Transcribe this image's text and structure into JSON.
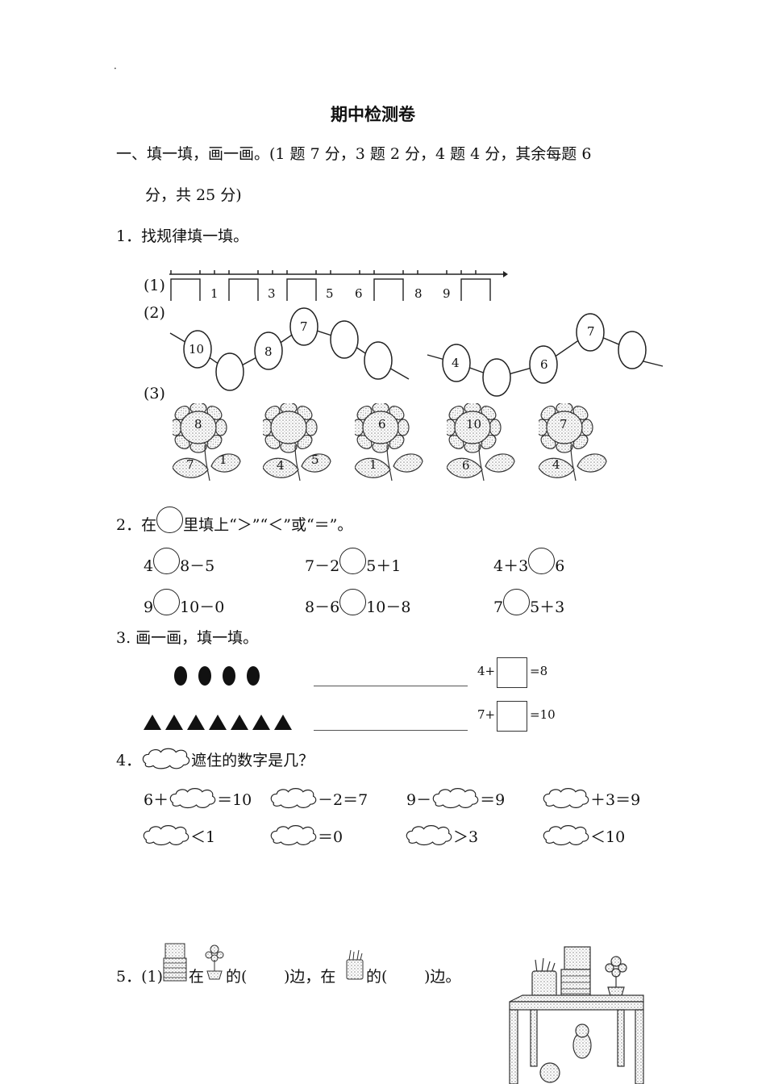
{
  "dot": "·",
  "title": "期中检测卷",
  "section1": {
    "line1": "一、填一填，画一画。(1 题  7 分，3 题  2 分，4 题  4 分，其余每题  6",
    "line2": "分，共  25 分)"
  },
  "q1": {
    "label": "1．找规律填一填。",
    "p1": "(1)",
    "p2": "(2)",
    "p3": "(3)",
    "ruler_numbers": [
      "1",
      "3",
      "5",
      "6",
      "8",
      "9"
    ],
    "chain1": [
      "10",
      "8",
      "7"
    ],
    "chain2": [
      "4",
      "6",
      "7"
    ],
    "flowers": [
      {
        "top": "8",
        "left": "7",
        "right": "1"
      },
      {
        "top": "",
        "left": "4",
        "right": "5"
      },
      {
        "top": "6",
        "left": "1",
        "right": ""
      },
      {
        "top": "10",
        "left": "6",
        "right": ""
      },
      {
        "top": "7",
        "left": "4",
        "right": ""
      }
    ]
  },
  "q2": {
    "label_a": "2．在",
    "label_b": "里填上“＞”“＜”或“＝”。",
    "items": [
      {
        "left": "4",
        "right": "8－5"
      },
      {
        "left": "7－2",
        "right": "5＋1"
      },
      {
        "left": "4＋3",
        "right": "6"
      },
      {
        "left": "9",
        "right": "10－0"
      },
      {
        "left": "8－6",
        "right": "10－8"
      },
      {
        "left": "7",
        "right": "5＋3"
      }
    ]
  },
  "q3": {
    "label": "3.  画一画，填一填。",
    "row1_left": "4+",
    "row1_right": "=8",
    "row2_left": "7+",
    "row2_right": "=10",
    "dots_count": 4,
    "triangles_count": 7
  },
  "q4": {
    "label": "4．",
    "label_b": "遮住的数字是几？",
    "items": [
      {
        "before": "6＋",
        "after": "＝10"
      },
      {
        "before": "",
        "after": "－2＝7"
      },
      {
        "before": "9－",
        "after": "＝9"
      },
      {
        "before": "",
        "after": "＋3＝9"
      },
      {
        "before": "",
        "after": "＜1"
      },
      {
        "before": "",
        "after": "＝0"
      },
      {
        "before": "",
        "after": "＞3"
      },
      {
        "before": "",
        "after": "＜10"
      }
    ]
  },
  "q5": {
    "label": "5．(1)",
    "t1": "在",
    "t2": "的(",
    "t3": ")边，在",
    "t4": "的(",
    "t5": ")边。"
  }
}
